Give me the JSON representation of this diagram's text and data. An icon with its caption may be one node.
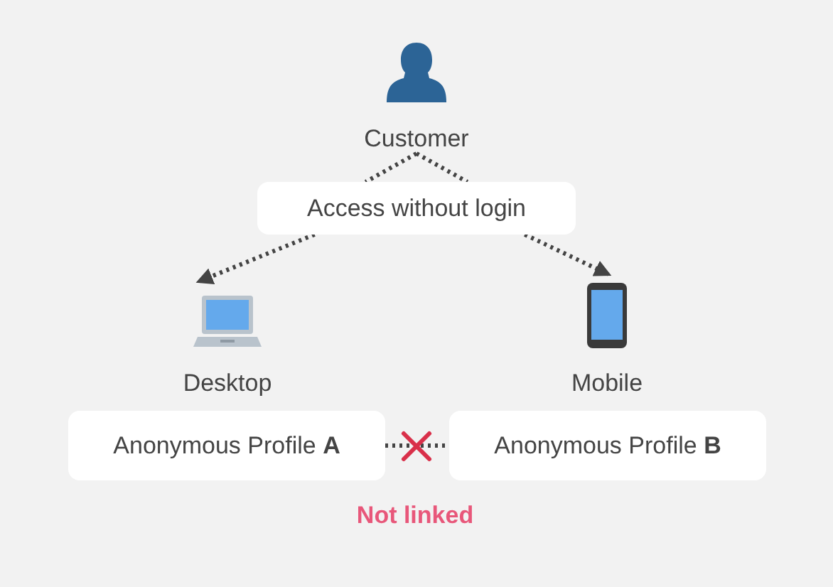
{
  "diagram": {
    "nodes": [
      {
        "text": [
          "Customer"
        ]
      },
      {
        "text": [
          "Access without login"
        ]
      },
      {
        "text": [
          "Desktop"
        ]
      },
      {
        "text": [
          "Mobile"
        ]
      },
      {
        "text": [
          "Anonymous Profile **A**"
        ]
      },
      {
        "text": [
          "Anonymous Profile **B**"
        ]
      }
    ],
    "edges": [
      {
        "from": 0,
        "to": 1,
        "arrow": "none",
        "style": "dashed"
      },
      {
        "from": 0,
        "to": 1,
        "arrow": "none",
        "style": "dashed"
      },
      {
        "from": 1,
        "to": 2,
        "arrow": "to",
        "style": "dashed"
      },
      {
        "from": 1,
        "to": 3,
        "arrow": "to",
        "style": "dashed"
      },
      {
        "from": 4,
        "to": 5,
        "arrow": "none",
        "style": "dashed"
      }
    ],
    "labels": [
      "Not linked"
    ]
  }
}
